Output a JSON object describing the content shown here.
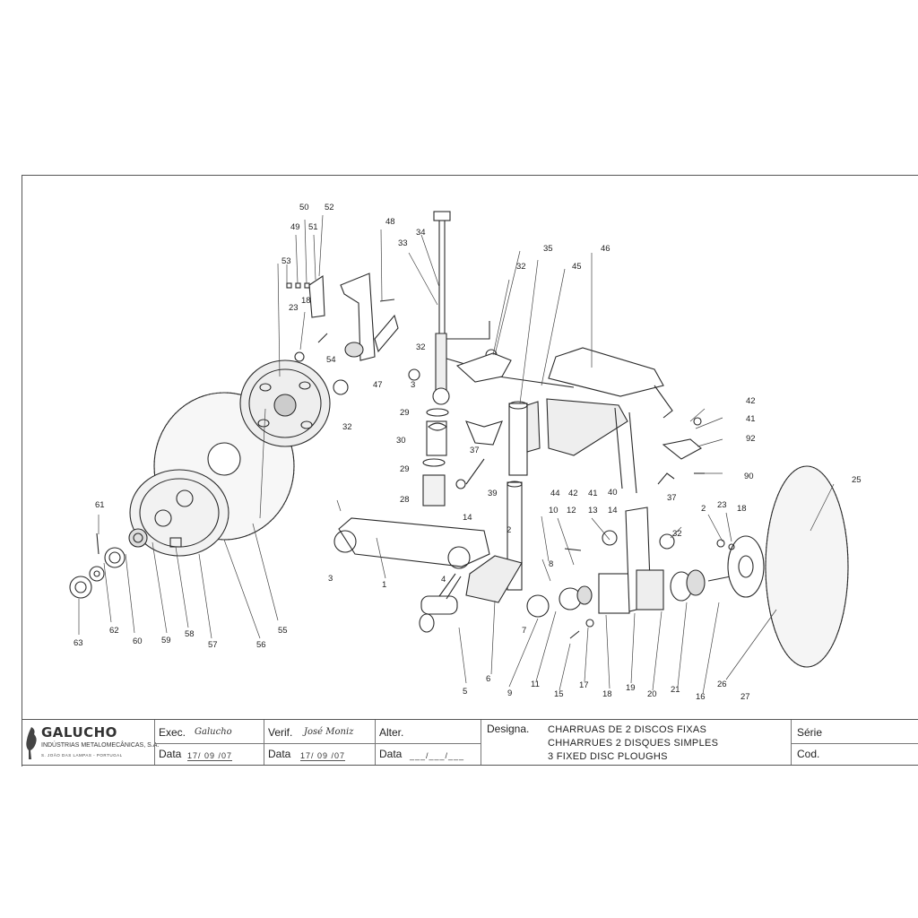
{
  "callouts": [
    {
      "id": "c1",
      "text": "1"
    },
    {
      "id": "c2",
      "text": "2"
    },
    {
      "id": "c2b",
      "text": "2"
    },
    {
      "id": "c3",
      "text": "3"
    },
    {
      "id": "c3b",
      "text": "3"
    },
    {
      "id": "c4",
      "text": "4"
    },
    {
      "id": "c5",
      "text": "5"
    },
    {
      "id": "c6",
      "text": "6"
    },
    {
      "id": "c7",
      "text": "7"
    },
    {
      "id": "c8",
      "text": "8"
    },
    {
      "id": "c9",
      "text": "9"
    },
    {
      "id": "c10",
      "text": "10"
    },
    {
      "id": "c11",
      "text": "11"
    },
    {
      "id": "c12",
      "text": "12"
    },
    {
      "id": "c13",
      "text": "13"
    },
    {
      "id": "c14",
      "text": "14"
    },
    {
      "id": "c14b",
      "text": "14"
    },
    {
      "id": "c15",
      "text": "15"
    },
    {
      "id": "c16",
      "text": "16"
    },
    {
      "id": "c17",
      "text": "17"
    },
    {
      "id": "c18",
      "text": "18"
    },
    {
      "id": "c18b",
      "text": "18"
    },
    {
      "id": "c18c",
      "text": "18"
    },
    {
      "id": "c19",
      "text": "19"
    },
    {
      "id": "c20",
      "text": "20"
    },
    {
      "id": "c21",
      "text": "21"
    },
    {
      "id": "c23",
      "text": "23"
    },
    {
      "id": "c23b",
      "text": "23"
    },
    {
      "id": "c25",
      "text": "25"
    },
    {
      "id": "c26",
      "text": "26"
    },
    {
      "id": "c27",
      "text": "27"
    },
    {
      "id": "c28",
      "text": "28"
    },
    {
      "id": "c29",
      "text": "29"
    },
    {
      "id": "c29b",
      "text": "29"
    },
    {
      "id": "c30",
      "text": "30"
    },
    {
      "id": "c32",
      "text": "32"
    },
    {
      "id": "c32b",
      "text": "32"
    },
    {
      "id": "c32c",
      "text": "32"
    },
    {
      "id": "c32d",
      "text": "32"
    },
    {
      "id": "c33",
      "text": "33"
    },
    {
      "id": "c34",
      "text": "34"
    },
    {
      "id": "c35",
      "text": "35"
    },
    {
      "id": "c37",
      "text": "37"
    },
    {
      "id": "c37b",
      "text": "37"
    },
    {
      "id": "c39",
      "text": "39"
    },
    {
      "id": "c40",
      "text": "40"
    },
    {
      "id": "c41",
      "text": "41"
    },
    {
      "id": "c41b",
      "text": "41"
    },
    {
      "id": "c42",
      "text": "42"
    },
    {
      "id": "c42b",
      "text": "42"
    },
    {
      "id": "c44",
      "text": "44"
    },
    {
      "id": "c45",
      "text": "45"
    },
    {
      "id": "c46",
      "text": "46"
    },
    {
      "id": "c47",
      "text": "47"
    },
    {
      "id": "c48",
      "text": "48"
    },
    {
      "id": "c49",
      "text": "49"
    },
    {
      "id": "c50",
      "text": "50"
    },
    {
      "id": "c51",
      "text": "51"
    },
    {
      "id": "c52",
      "text": "52"
    },
    {
      "id": "c53",
      "text": "53"
    },
    {
      "id": "c54",
      "text": "54"
    },
    {
      "id": "c55",
      "text": "55"
    },
    {
      "id": "c56",
      "text": "56"
    },
    {
      "id": "c57",
      "text": "57"
    },
    {
      "id": "c58",
      "text": "58"
    },
    {
      "id": "c59",
      "text": "59"
    },
    {
      "id": "c60",
      "text": "60"
    },
    {
      "id": "c61",
      "text": "61"
    },
    {
      "id": "c62",
      "text": "62"
    },
    {
      "id": "c63",
      "text": "63"
    },
    {
      "id": "c90",
      "text": "90"
    },
    {
      "id": "c92",
      "text": "92"
    }
  ],
  "title_block": {
    "company_name": "GALUCHO",
    "company_full": "INDÚSTRIAS METALOMECÂNICAS, S.A.",
    "company_location": "S. JOÃO DAS LAMPAS - PORTUGAL",
    "exec_label": "Exec.",
    "exec_signature": "Galucho",
    "verif_label": "Verif.",
    "verif_signature": "José Moniz",
    "alter_label": "Alter.",
    "data_label": "Data",
    "exec_date": "17/ 09 /07",
    "verif_date": "17/ 09 /07",
    "alter_date": "___/___/___",
    "designa_label": "Designa.",
    "designation_pt": "CHARRUAS DE 2  DISCOS FIXAS",
    "designation_fr": "CHHARRUES 2 DISQUES SIMPLES",
    "designation_en": "3 FIXED DISC PLOUGHS",
    "serie_label": "Série",
    "cod_label": "Cod."
  }
}
